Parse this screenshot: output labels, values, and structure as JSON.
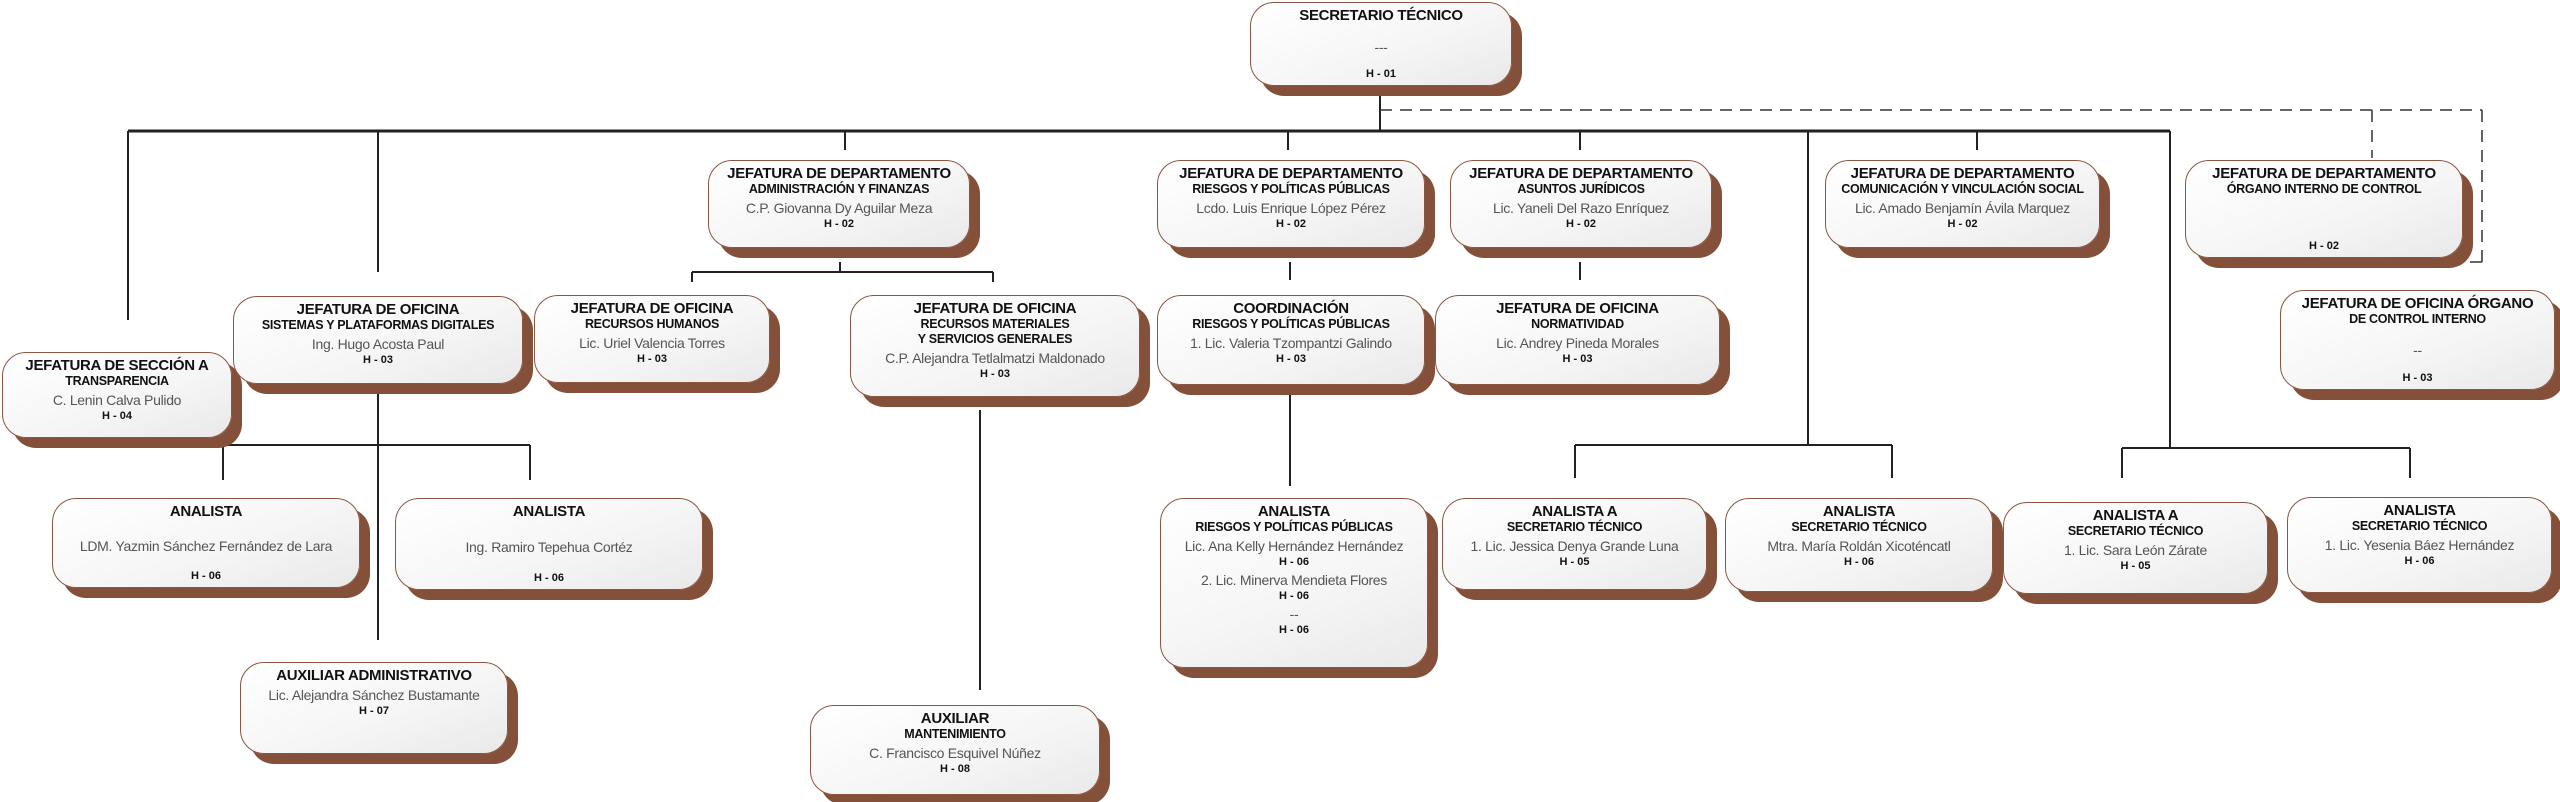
{
  "colors": {
    "border": "#8a5642",
    "shadow": "#85503a",
    "line": "#222222"
  },
  "nodes": [
    {
      "id": "secretario",
      "title": "SECRETARIO TÉCNICO",
      "subtitle": "",
      "people": [
        {
          "name": "---",
          "level": "H - 01"
        }
      ]
    },
    {
      "id": "seccion-transparencia",
      "title": "JEFATURA DE SECCIÓN A",
      "subtitle": "TRANSPARENCIA",
      "people": [
        {
          "name": "C. Lenin Calva Pulido",
          "level": "H - 04"
        }
      ]
    },
    {
      "id": "sistemas",
      "title": "JEFATURA DE OFICINA",
      "subtitle": "SISTEMAS Y PLATAFORMAS DIGITALES",
      "people": [
        {
          "name": "Ing. Hugo Acosta Paul",
          "level": "H - 03"
        }
      ]
    },
    {
      "id": "admin-finanzas",
      "title": "JEFATURA DE DEPARTAMENTO",
      "subtitle": "ADMINISTRACIÓN Y FINANZAS",
      "people": [
        {
          "name": "C.P. Giovanna Dy Aguilar Meza",
          "level": "H - 02"
        }
      ]
    },
    {
      "id": "recursos-humanos",
      "title": "JEFATURA DE OFICINA",
      "subtitle": "RECURSOS HUMANOS",
      "people": [
        {
          "name": "Lic. Uriel Valencia Torres",
          "level": "H - 03"
        }
      ]
    },
    {
      "id": "recursos-materiales",
      "title": "JEFATURA DE OFICINA",
      "subtitle": "RECURSOS MATERIALES\nY SERVICIOS GENERALES",
      "people": [
        {
          "name": "C.P. Alejandra Tetlalmatzi Maldonado",
          "level": "H - 03"
        }
      ]
    },
    {
      "id": "riesgos-dept",
      "title": "JEFATURA DE DEPARTAMENTO",
      "subtitle": "RIESGOS Y POLÍTICAS PÚBLICAS",
      "people": [
        {
          "name": "Lcdo. Luis Enrique López Pérez",
          "level": "H - 02"
        }
      ]
    },
    {
      "id": "asuntos-juridicos",
      "title": "JEFATURA DE DEPARTAMENTO",
      "subtitle": "ASUNTOS JURÍDICOS",
      "people": [
        {
          "name": "Lic. Yaneli Del Razo Enríquez",
          "level": "H - 02"
        }
      ]
    },
    {
      "id": "comunicacion",
      "title": "JEFATURA DE DEPARTAMENTO",
      "subtitle": "COMUNICACIÓN Y VINCULACIÓN SOCIAL",
      "people": [
        {
          "name": "Lic. Amado Benjamín Ávila Marquez",
          "level": "H - 02"
        }
      ]
    },
    {
      "id": "oic-dept",
      "title": "JEFATURA DE DEPARTAMENTO",
      "subtitle": "ÓRGANO INTERNO DE CONTROL",
      "people": [
        {
          "name": "",
          "level": "H - 02"
        }
      ]
    },
    {
      "id": "coordinacion-riesgos",
      "title": "COORDINACIÓN",
      "subtitle": "RIESGOS Y POLÍTICAS PÚBLICAS",
      "people": [
        {
          "name": "1. Lic. Valeria Tzompantzi Galindo",
          "level": "H - 03"
        }
      ]
    },
    {
      "id": "normatividad",
      "title": "JEFATURA DE OFICINA",
      "subtitle": "NORMATIVIDAD",
      "people": [
        {
          "name": "Lic. Andrey Pineda Morales",
          "level": "H - 03"
        }
      ]
    },
    {
      "id": "oic-oficina",
      "title": "JEFATURA DE OFICINA ÓRGANO",
      "subtitle": "DE CONTROL INTERNO",
      "people": [
        {
          "name": "--",
          "level": "H - 03"
        }
      ]
    },
    {
      "id": "analista-yazmin",
      "title": "ANALISTA",
      "subtitle": "",
      "people": [
        {
          "name": "LDM. Yazmin Sánchez Fernández de Lara",
          "level": "H - 06"
        }
      ]
    },
    {
      "id": "analista-ramiro",
      "title": "ANALISTA",
      "subtitle": "",
      "people": [
        {
          "name": "Ing. Ramiro Tepehua Cortéz",
          "level": "H - 06"
        }
      ]
    },
    {
      "id": "auxiliar-administrativo",
      "title": "AUXILIAR ADMINISTRATIVO",
      "subtitle": "",
      "people": [
        {
          "name": "Lic. Alejandra Sánchez Bustamante",
          "level": "H - 07"
        }
      ]
    },
    {
      "id": "auxiliar-mantenimiento",
      "title": "AUXILIAR",
      "subtitle": "MANTENIMIENTO",
      "people": [
        {
          "name": "C. Francisco Esquivel Núñez",
          "level": "H - 08"
        }
      ]
    },
    {
      "id": "analista-riesgos",
      "title": "ANALISTA",
      "subtitle": "RIESGOS Y POLÍTICAS PÚBLICAS",
      "people": [
        {
          "name": "Lic. Ana Kelly Hernández Hernández",
          "level": "H - 06"
        },
        {
          "name": "2. Lic. Minerva Mendieta Flores",
          "level": "H - 06"
        },
        {
          "name": "--",
          "level": "H - 06"
        }
      ]
    },
    {
      "id": "analista-a-jessica",
      "title": "ANALISTA A",
      "subtitle": "SECRETARIO TÉCNICO",
      "people": [
        {
          "name": "1. Lic. Jessica Denya Grande Luna",
          "level": "H - 05"
        }
      ]
    },
    {
      "id": "analista-maria",
      "title": "ANALISTA",
      "subtitle": "SECRETARIO TÉCNICO",
      "people": [
        {
          "name": "Mtra. María Roldán Xicoténcatl",
          "level": "H - 06"
        }
      ]
    },
    {
      "id": "analista-a-sara",
      "title": "ANALISTA A",
      "subtitle": "SECRETARIO TÉCNICO",
      "people": [
        {
          "name": "1. Lic. Sara León Zárate",
          "level": "H - 05"
        }
      ]
    },
    {
      "id": "analista-yesenia",
      "title": "ANALISTA",
      "subtitle": "SECRETARIO TÉCNICO",
      "people": [
        {
          "name": "1. Lic. Yesenia Báez Hernández",
          "level": "H - 06"
        }
      ]
    }
  ]
}
